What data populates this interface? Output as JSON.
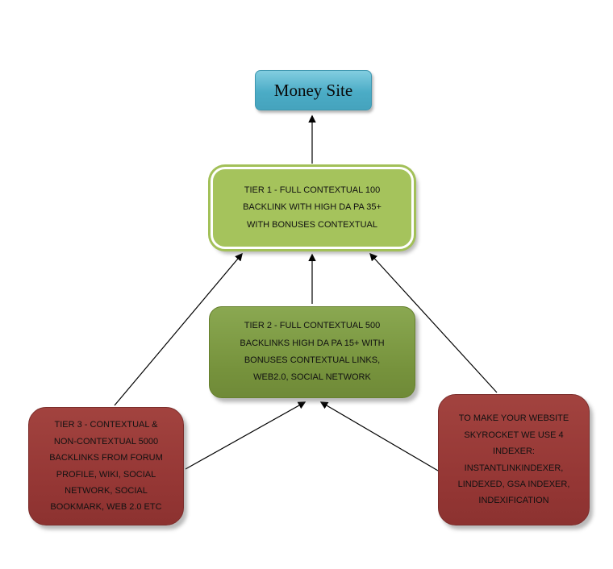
{
  "diagram": {
    "type": "hierarchy-link-pyramid",
    "nodes": {
      "money_site": {
        "label": "Money Site",
        "fill": "#4BACC6"
      },
      "tier1": {
        "label": "TIER 1 - FULL CONTEXTUAL 100 BACKLINK WITH HIGH DA PA 35+ WITH BONUSES CONTEXTUAL",
        "fill": "#A5C35C"
      },
      "tier2": {
        "label": "TIER 2 - FULL CONTEXTUAL 500 BACKLINKS HIGH DA PA 15+ WITH BONUSES CONTEXTUAL LINKS, WEB2.0, SOCIAL NETWORK",
        "fill": "#76923C"
      },
      "tier3": {
        "label": "TIER 3 - CONTEXTUAL & NON-CONTEXTUAL 5000 BACKLINKS FROM FORUM PROFILE, WIKI, SOCIAL NETWORK, SOCIAL BOOKMARK, WEB 2.0 ETC",
        "fill": "#943634"
      },
      "indexers": {
        "label": "TO MAKE YOUR WEBSITE SKYROCKET WE USE 4 INDEXER: INSTANTLINKINDEXER, LINDEXED, GSA INDEXER, INDEXIFICATION",
        "fill": "#943634"
      }
    },
    "edges": [
      {
        "from": "tier1",
        "to": "money_site"
      },
      {
        "from": "tier2",
        "to": "tier1"
      },
      {
        "from": "tier3",
        "to": "tier1"
      },
      {
        "from": "indexers",
        "to": "tier1"
      },
      {
        "from": "tier3",
        "to": "tier2"
      },
      {
        "from": "indexers",
        "to": "tier2"
      }
    ],
    "arrow_color": "#000000",
    "background": "#FFFFFF"
  }
}
